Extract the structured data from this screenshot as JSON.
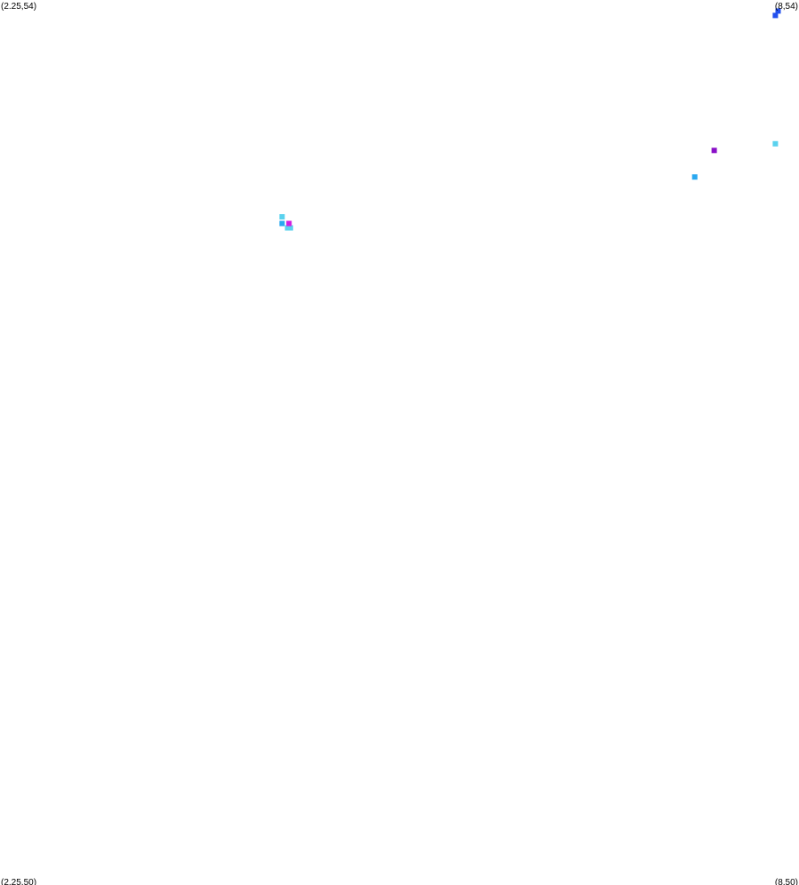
{
  "chart_data": {
    "type": "scatter",
    "xlim": [
      2.25,
      8
    ],
    "ylim": [
      50,
      54
    ],
    "corner_labels": {
      "top_left": "(2.25,54)",
      "top_right": "(8,54)",
      "bottom_left": "(2.25,50)",
      "bottom_right": "(8,50)"
    },
    "points": [
      {
        "x": 7.83,
        "y": 53.93,
        "color": "#2350ee"
      },
      {
        "x": 7.85,
        "y": 53.95,
        "color": "#2350ee"
      },
      {
        "x": 7.83,
        "y": 53.35,
        "color": "#5ad2ee"
      },
      {
        "x": 7.39,
        "y": 53.32,
        "color": "#8a10c8"
      },
      {
        "x": 7.25,
        "y": 53.2,
        "color": "#2aa8f0"
      },
      {
        "x": 4.28,
        "y": 53.02,
        "color": "#5ad2ee"
      },
      {
        "x": 4.28,
        "y": 52.99,
        "color": "#2aa8f0"
      },
      {
        "x": 4.32,
        "y": 52.97,
        "color": "#5ad2ee"
      },
      {
        "x": 4.34,
        "y": 52.97,
        "color": "#5ad2ee"
      },
      {
        "x": 4.33,
        "y": 52.99,
        "color": "#d020e0"
      }
    ],
    "grid": false,
    "legend": "none"
  }
}
